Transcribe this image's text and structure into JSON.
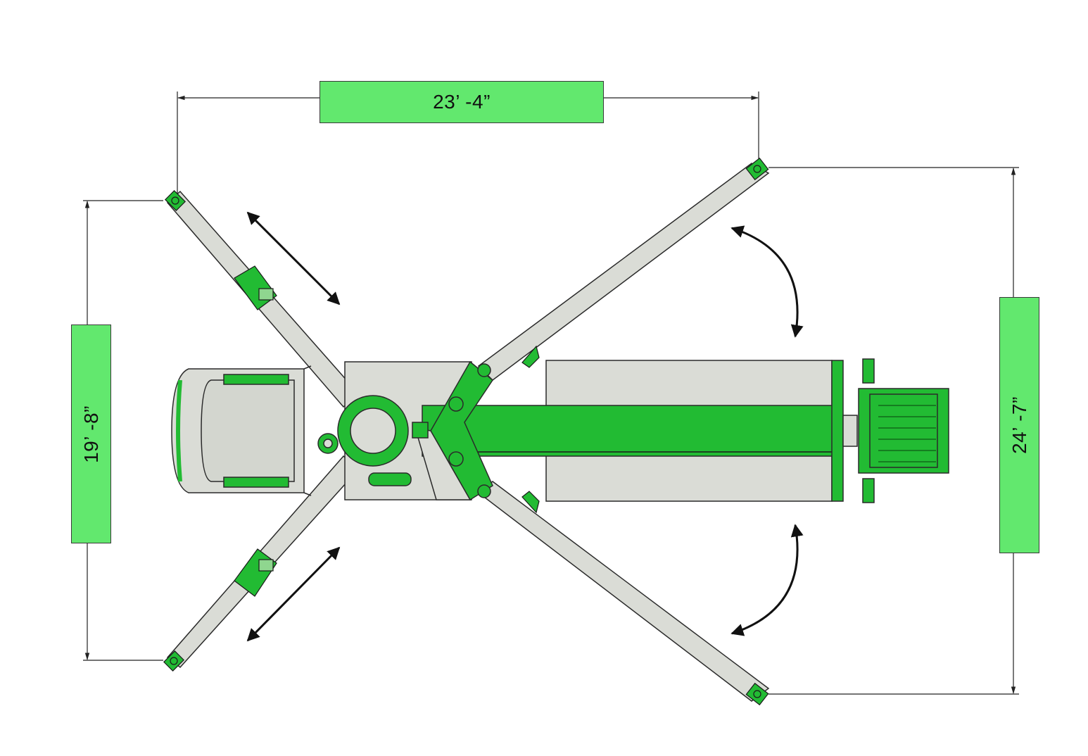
{
  "colors": {
    "label_green": "#62e86e",
    "machine_green": "#22bb33",
    "machine_grey": "#dadcd6",
    "outline": "#2a2a2a"
  },
  "dimensions": {
    "top_span": "23’ -4”",
    "left_span": "19’ -8”",
    "right_span": "24’ -7”"
  },
  "icons": [
    "double-arrow-icon",
    "curved-arrow-icon",
    "dimension-arrow-icon"
  ]
}
